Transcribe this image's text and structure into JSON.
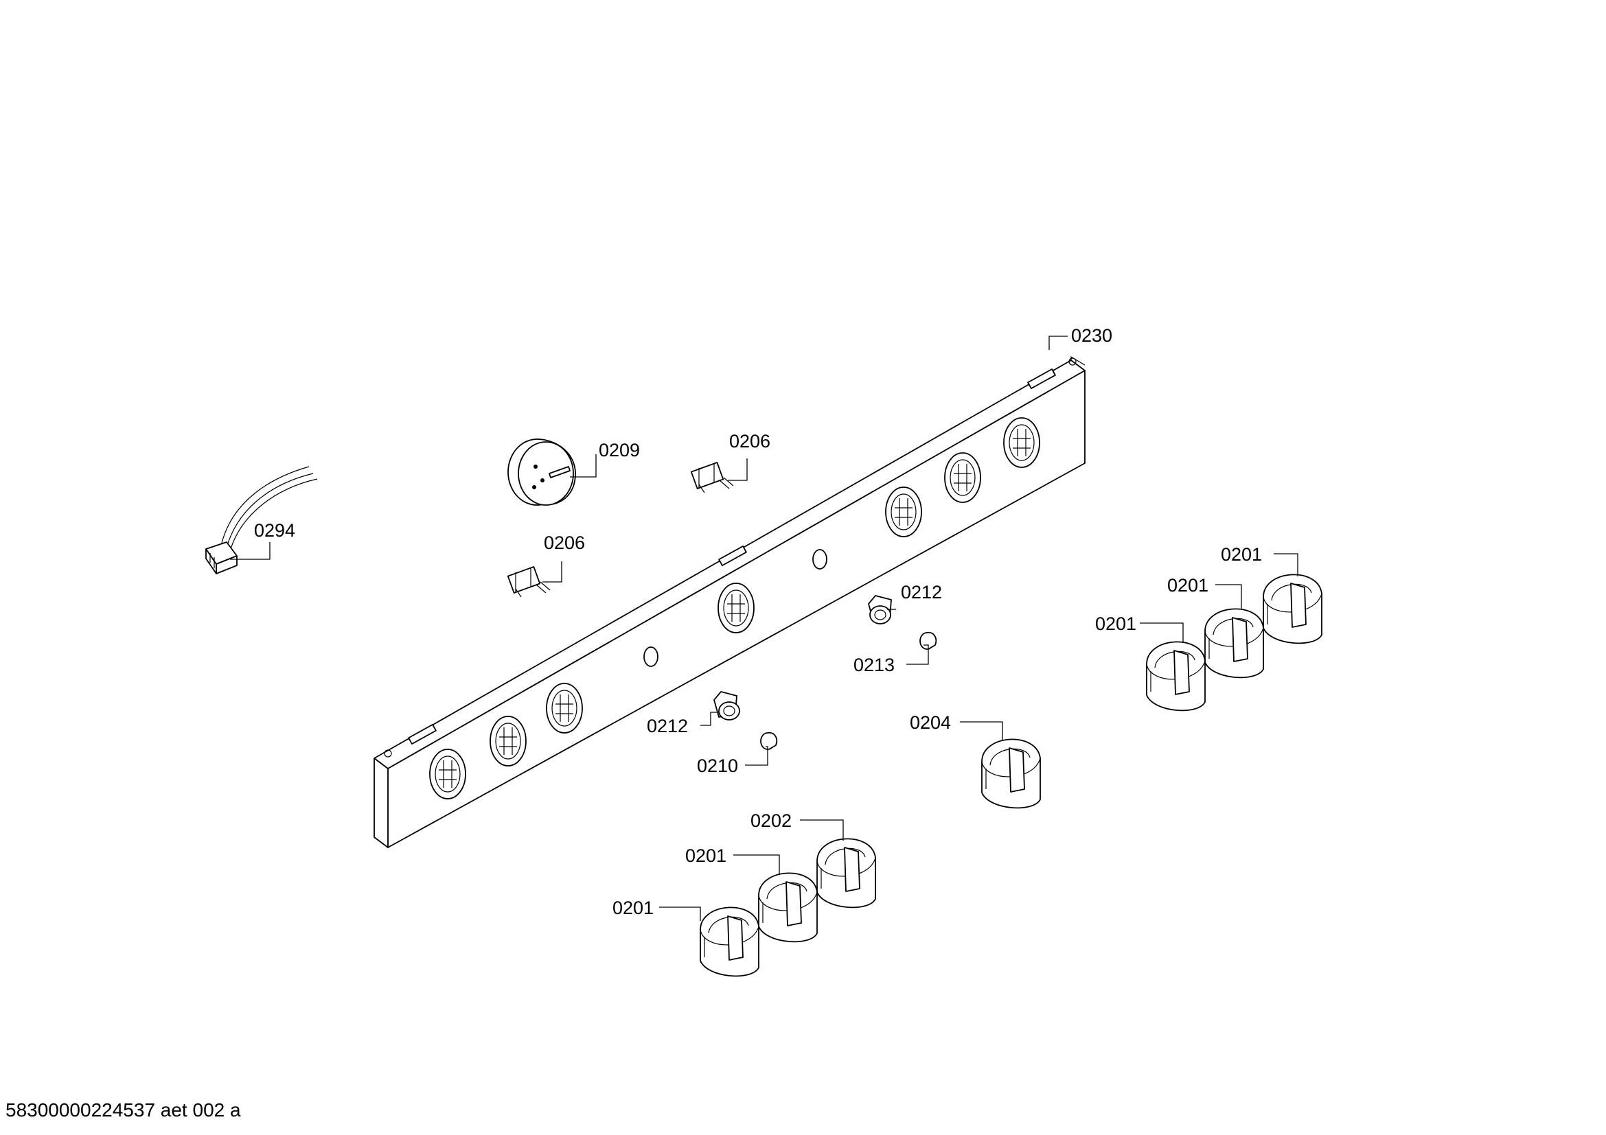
{
  "parts": {
    "p0230": "0230",
    "p0209": "0209",
    "p0206_top": "0206",
    "p0206_bottom": "0206",
    "p0294": "0294",
    "p0212_right": "0212",
    "p0213": "0213",
    "p0212_left": "0212",
    "p0210": "0210",
    "p0204": "0204",
    "p0202": "0202",
    "p0201_a": "0201",
    "p0201_b": "0201",
    "p0201_c": "0201",
    "p0201_d": "0201",
    "p0201_e": "0201"
  },
  "footer": {
    "document_id": "58300000224537 aet 002 a"
  }
}
